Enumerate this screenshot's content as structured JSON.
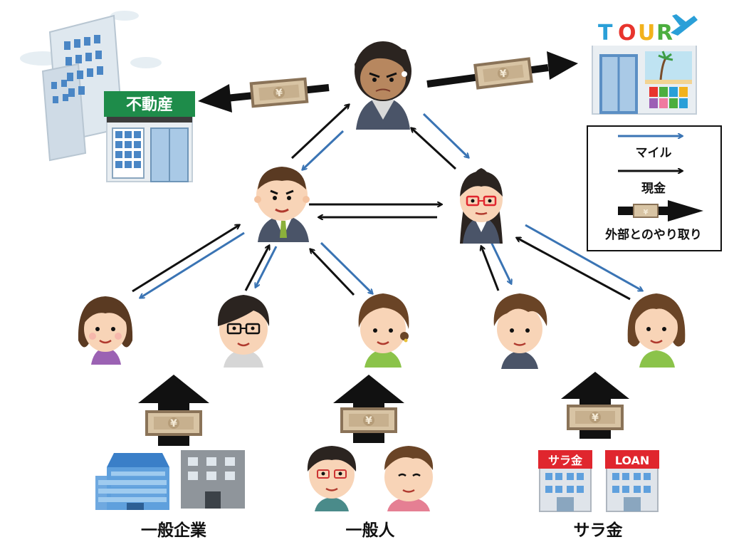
{
  "diagram": {
    "legend": {
      "miles_label": "マイル",
      "cash_label": "現金",
      "external_label": "外部とのやり取り"
    },
    "labels": {
      "companies": "一般企業",
      "general_public": "一般人",
      "consumer_loans": "サラ金"
    },
    "signs": {
      "real_estate": "不動産",
      "travel_agency": [
        "T",
        "O",
        "U",
        "R"
      ],
      "loan_shop_1": "サラ金",
      "loan_shop_2": "LOAN"
    },
    "banknote_symbol": "¥",
    "colors": {
      "miles_arrow": "#3a74b4",
      "cash_arrow": "#111111",
      "banknote": "#d8c4a4",
      "real_estate_sign": "#1e8c4a",
      "loan_sign": "#e0262e",
      "tour_letters": [
        "#2a9fd8",
        "#e8342d",
        "#f2b21c",
        "#4cae3e"
      ]
    },
    "icons": [
      "office-building-icon",
      "real-estate-shop-icon",
      "travel-agency-icon",
      "company-building-icon",
      "loan-shop-icon",
      "person-icon",
      "banknote-icon"
    ]
  }
}
